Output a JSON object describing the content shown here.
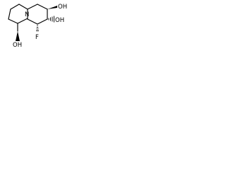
{
  "molecule": {
    "atoms": {
      "hydroxyl_top_left": "OH",
      "hydroxyl_top_right": "OH",
      "hydroxyl_right": "OH",
      "nitrogen": "N",
      "fluorine": "F"
    }
  }
}
